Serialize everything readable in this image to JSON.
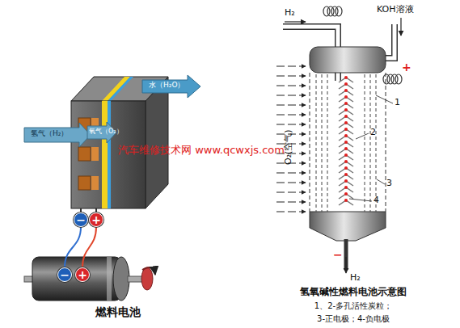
{
  "diagram": {
    "title": "氢氧碱性燃料电池示意图",
    "nodes": [
      {
        "text": [
          "−"
        ]
      },
      {
        "text": [
          "+"
        ]
      },
      {
        "text": [
          "−"
        ]
      },
      {
        "text": [
          "+"
        ]
      }
    ],
    "edges": [
      {
        "from": 0,
        "to": 2,
        "arrow": "none"
      },
      {
        "from": 1,
        "to": 3,
        "arrow": "none"
      }
    ],
    "labels": [
      "氢气（H₂）",
      "氧气（O₂）",
      "水（H₂O）",
      "汽车维修技术网 www.qcwxjs.com",
      "燃料电池",
      "H₂",
      "KOH溶液",
      "+",
      "O₂(空气)",
      "1",
      "2",
      "3",
      "4",
      "H₂",
      "−",
      "1、2-多孔活性炭粒；",
      "3-正电极；4-负电极"
    ]
  }
}
